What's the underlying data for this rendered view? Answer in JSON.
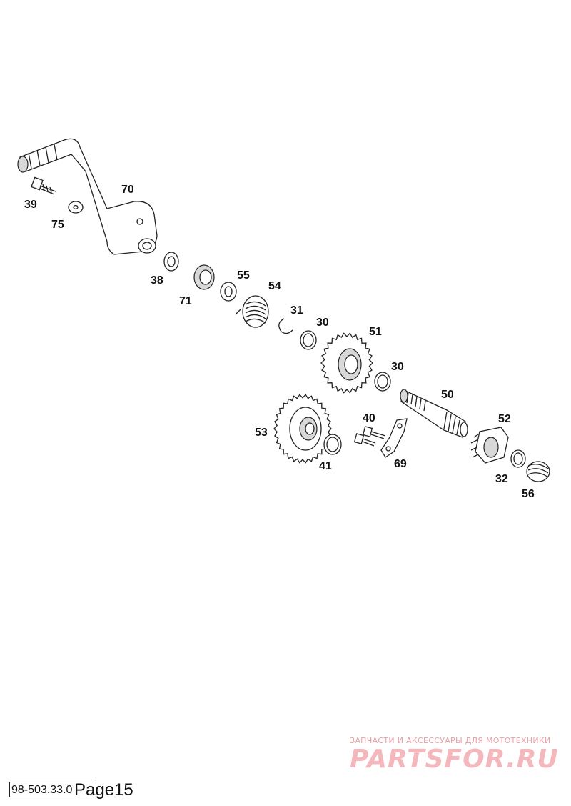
{
  "diagram": {
    "parts": [
      {
        "id": "39"
      },
      {
        "id": "75"
      },
      {
        "id": "70"
      },
      {
        "id": "38"
      },
      {
        "id": "71"
      },
      {
        "id": "55"
      },
      {
        "id": "54"
      },
      {
        "id": "31"
      },
      {
        "id": "30a",
        "label": "30"
      },
      {
        "id": "51"
      },
      {
        "id": "30b",
        "label": "30"
      },
      {
        "id": "50"
      },
      {
        "id": "53"
      },
      {
        "id": "40"
      },
      {
        "id": "41"
      },
      {
        "id": "69"
      },
      {
        "id": "52"
      },
      {
        "id": "32"
      },
      {
        "id": "56"
      }
    ]
  },
  "watermark": {
    "tagline": "ЗАПЧАСТИ И АКСЕССУАРЫ ДЛЯ МОТОТЕХНИКИ",
    "brand": "PARTSFOR.RU"
  },
  "footer": {
    "doc_number": "98-503.33.0",
    "page_label": "Page15"
  }
}
